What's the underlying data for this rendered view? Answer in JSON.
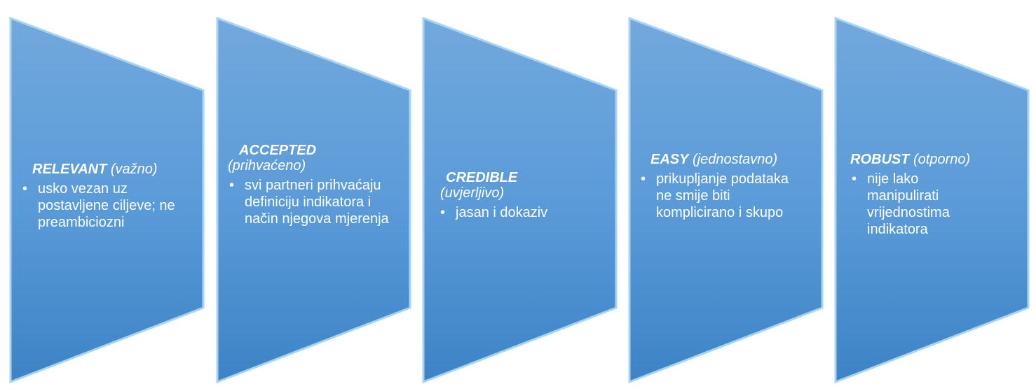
{
  "colors": {
    "fill_top": "#6fa6dc",
    "fill_bottom": "#3f86c8",
    "edge": "#a8d4f4"
  },
  "steps": [
    {
      "keyword": "RELEVANT",
      "translation": "(važno)",
      "bullet_icon": "bullet-dot",
      "bullet": "usko vezan uz postavljene ciljeve; ne preambiciozni"
    },
    {
      "keyword": "ACCEPTED",
      "translation": "(prihvaćeno)",
      "bullet_icon": "bullet-dot",
      "bullet": "svi partneri prihvaćaju definiciju indikatora i način njegova mjerenja"
    },
    {
      "keyword": "CREDIBLE",
      "translation": "(uvjerljivo)",
      "bullet_icon": "bullet-dot",
      "bullet": "jasan i dokaziv"
    },
    {
      "keyword": "EASY",
      "translation": "(jednostavno)",
      "bullet_icon": "bullet-dot",
      "bullet": "prikupljanje podataka ne smije biti komplicirano i skupo"
    },
    {
      "keyword": "ROBUST",
      "translation": "(otporno)",
      "bullet_icon": "bullet-dot",
      "bullet": "nije lako manipulirati vrijednostima indikatora"
    }
  ]
}
